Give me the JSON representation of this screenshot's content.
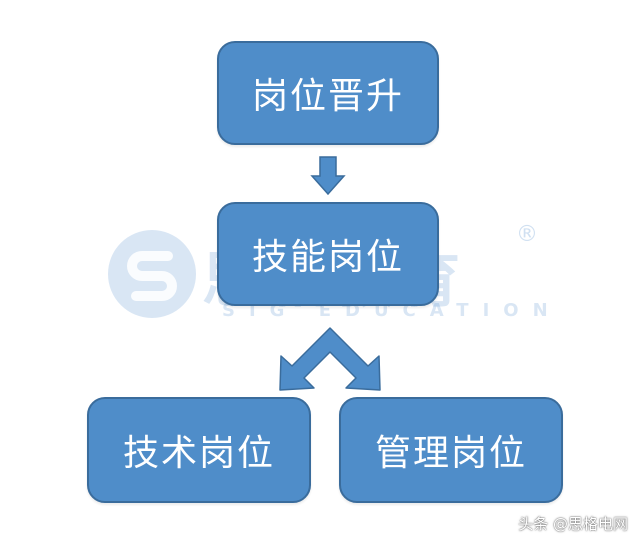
{
  "diagram": {
    "nodes": {
      "top": "岗位晋升",
      "middle": "技能岗位",
      "left": "技术岗位",
      "right": "管理岗位"
    },
    "colors": {
      "node_fill": "#4f8dc9",
      "node_border": "#3a6c9c",
      "text": "#ffffff"
    }
  },
  "watermark": {
    "brand": "思格教育",
    "subtitle": "SIG EDUCATION",
    "registered": "®",
    "color": "#78a5d7"
  },
  "footer": {
    "credit": "头条 @思格电网"
  }
}
